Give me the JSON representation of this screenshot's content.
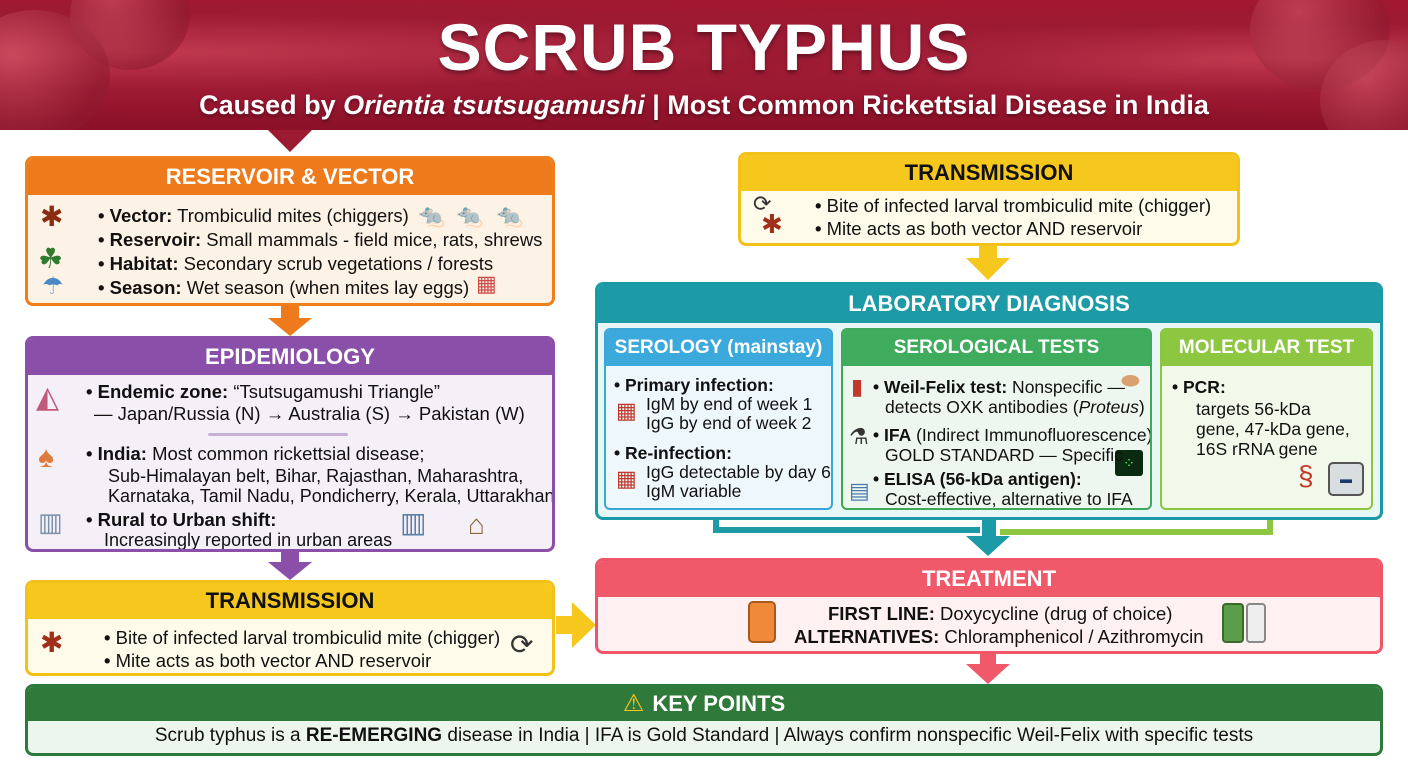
{
  "header": {
    "title": "SCRUB TYPHUS",
    "subtitle_pre": "Caused by ",
    "subtitle_italic": "Orientia tsutsugamushi",
    "subtitle_post": " | Most Common Rickettsial Disease in India"
  },
  "reservoir": {
    "title": "RESERVOIR & VECTOR",
    "items": [
      {
        "label": "Vector:",
        "text": " Trombiculid mites (chiggers)"
      },
      {
        "label": "Reservoir:",
        "text": " Small mammals - field mice, rats, shrews"
      },
      {
        "label": "Habitat:",
        "text": " Secondary scrub vegetations / forests"
      },
      {
        "label": "Season:",
        "text": " Wet season (when mites lay eggs)"
      }
    ]
  },
  "epidemiology": {
    "title": "EPIDEMIOLOGY",
    "endemic_label": "Endemic zone:",
    "endemic_text": " “Tsutsugamushi Triangle”",
    "endemic_detail": "— Japan/Russia (N) → Australia (S) → Pakistan (W)",
    "india_label": "India:",
    "india_text": " Most common rickettsial disease;",
    "india_detail1": "Sub-Himalayan belt, Bihar, Rajasthan, Maharashtra,",
    "india_detail2": "Karnataka, Tamil Nadu, Pondicherry, Kerala, Uttarakhand",
    "urban_label": "Rural to Urban shift:",
    "urban_detail": "Increasingly reported in urban areas"
  },
  "transmission_left": {
    "title": "TRANSMISSION",
    "line1": "Bite of infected larval trombiculid mite (chigger)",
    "line2": "Mite acts as both vector AND reservoir"
  },
  "transmission_right": {
    "title": "TRANSMISSION",
    "line1": "Bite of infected larval trombiculid mite (chigger)",
    "line2": "Mite acts as both vector AND reservoir"
  },
  "lab": {
    "title": "LABORATORY DIAGNOSIS",
    "serology": {
      "title": "SEROLOGY (mainstay)",
      "primary_label": "Primary infection:",
      "primary_1": "IgM by end of week 1",
      "primary_2": "IgG by end of week 2",
      "reinfection_label": "Re-infection:",
      "reinfection_1": "IgG detectable by day 6",
      "reinfection_2": "IgM variable"
    },
    "serological": {
      "title": "SEROLOGICAL TESTS",
      "wf_label": "Weil-Felix test:",
      "wf_text": " Nonspecific —",
      "wf_detail_pre": "detects OXK antibodies (",
      "wf_detail_italic": "Proteus",
      "wf_detail_post": ")",
      "ifa_label": "IFA",
      "ifa_text": " (Indirect Immunofluorescence):",
      "ifa_detail": "GOLD STANDARD — Specific",
      "elisa_label": "ELISA (56-kDa antigen):",
      "elisa_detail": "Cost-effective, alternative to IFA"
    },
    "molecular": {
      "title": "MOLECULAR TEST",
      "pcr_label": "PCR:",
      "pcr_1": "targets 56-kDa",
      "pcr_2": "gene, 47-kDa gene,",
      "pcr_3": "16S rRNA gene"
    }
  },
  "treatment": {
    "title": "TREATMENT",
    "first_label": "FIRST LINE:",
    "first_text": " Doxycycline (drug of choice)",
    "alt_label": "ALTERNATIVES:",
    "alt_text": " Chloramphenicol / Azithromycin"
  },
  "key_points": {
    "title": "KEY POINTS",
    "text_pre": "Scrub typhus is a ",
    "text_bold": "RE-EMERGING",
    "text_post": " disease in India | IFA is Gold Standard | Always confirm nonspecific Weil-Felix with specific tests"
  },
  "icons": [
    "tick-icon",
    "mouse-icon",
    "bush-icon",
    "rain-icon",
    "calendar-icon",
    "map-icon",
    "india-map-icon",
    "buildings-icon",
    "city-icon",
    "house-icon",
    "cycle-icon",
    "test-tube-icon",
    "microscope-icon",
    "elisa-plate-icon",
    "dna-icon",
    "pcr-machine-icon",
    "pill-bottle-icon",
    "warning-icon"
  ],
  "colors": {
    "header": "#9d1a33",
    "orange": "#ef7a1b",
    "purple": "#8a4fa8",
    "yellow": "#f6c81e",
    "teal": "#1c9aa5",
    "red": "#f0596a",
    "green": "#2f7a3a"
  }
}
